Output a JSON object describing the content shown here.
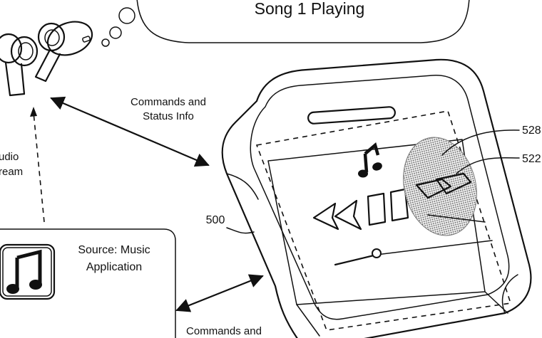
{
  "bubble": {
    "text": "Song 1 Playing"
  },
  "labels": {
    "commands_status_top": [
      "Commands and",
      "Status Info"
    ],
    "audio_stream": [
      "udio",
      "ream"
    ],
    "source": [
      "Source: Music",
      "Application"
    ],
    "commands_bottom": "Commands and",
    "device_ref": "500",
    "ref_528": "528",
    "ref_522": "522"
  },
  "icons": {
    "earbuds": "earbuds-icon",
    "music_app": "music-note-icon",
    "screen_note": "music-note-icon",
    "rewind": "rewind-icon",
    "pause": "pause-icon",
    "forward": "fast-forward-icon",
    "slider": "volume-slider"
  },
  "colors": {
    "ink": "#111111",
    "highlight": "#9a9a9a",
    "background": "#ffffff"
  }
}
